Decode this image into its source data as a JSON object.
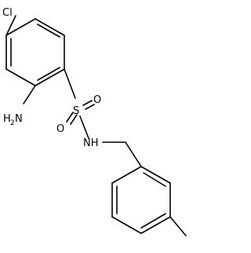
{
  "molecule": {
    "atoms": {
      "cl": "Cl",
      "amine_h": "H",
      "amine_h_count": "2",
      "amine_n": "N",
      "sulfur": "S",
      "oxygen_top": "O",
      "oxygen_bottom": "O",
      "amide_nh": "NH"
    }
  }
}
